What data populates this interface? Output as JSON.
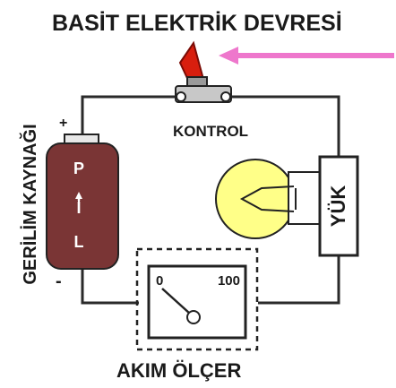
{
  "title": "BASİT ELEKTRİK DEVRESİ",
  "switch_label": "KONTROL",
  "source_label": "GERİLİM KAYNAĞI",
  "battery": {
    "plus": "+",
    "minus": "-",
    "letters": [
      "P",
      "İ",
      "L"
    ]
  },
  "load_label": "YÜK",
  "meter": {
    "label": "AKIM ÖLÇER",
    "scale_min": "0",
    "scale_max": "100"
  },
  "colors": {
    "wire": "#2a2a2a",
    "battery": "#7a3535",
    "bulb": "#ffff88",
    "switch_lever": "#d81e0e",
    "arrow": "#ee77cc"
  }
}
